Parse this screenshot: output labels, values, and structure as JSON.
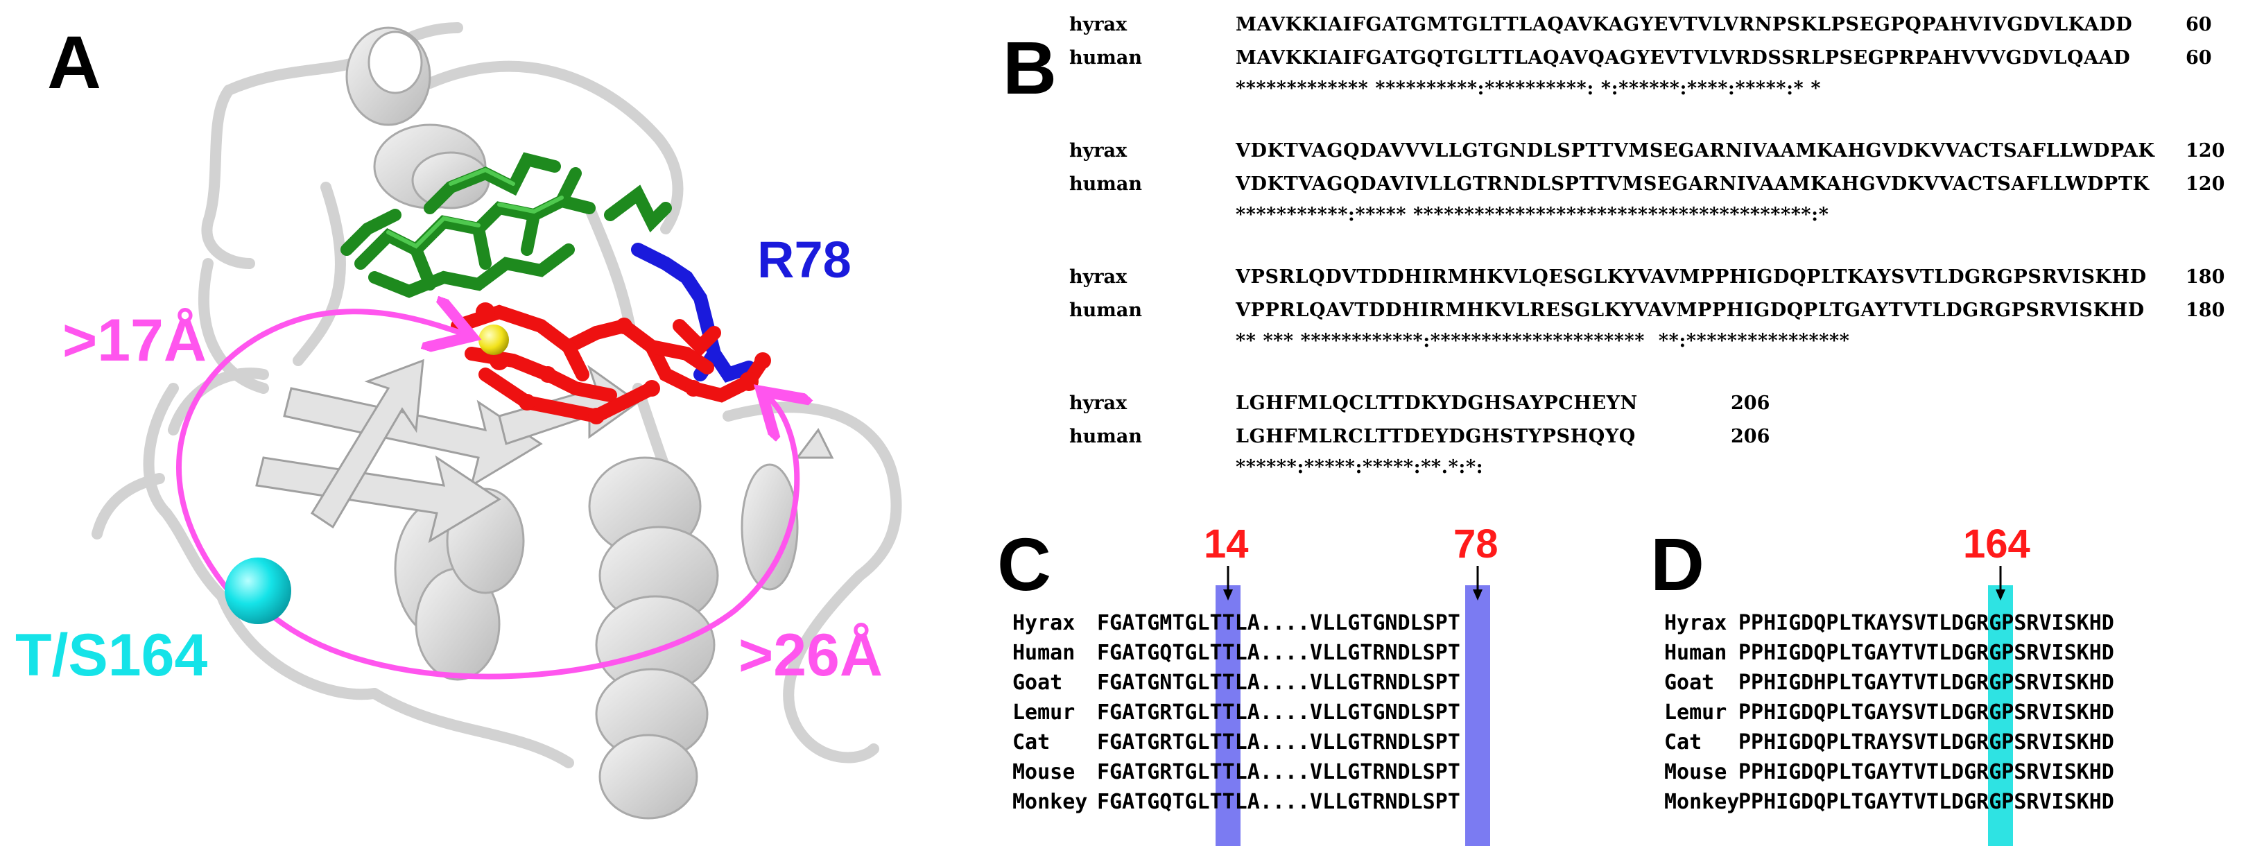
{
  "panel_a": {
    "letter": "A",
    "labels": {
      "r78": "R78",
      "dist_17": ">17Å",
      "dist_26": ">26Å",
      "ts164": "T/S164"
    },
    "colors": {
      "ribbon": "#d9d9d9",
      "ligand_green": "#1e8a1e",
      "ligand_red": "#ee1111",
      "r78_blue": "#1a1adc",
      "arrow_magenta": "#ff55ee",
      "sphere_cyan": "#15e3e8",
      "sphere_yellow": "#f2e21a"
    }
  },
  "panel_b": {
    "letter": "B",
    "blocks": [
      {
        "hyrax": "MAVKKIAIFGATGMTGLTTLAQAVKAGYEVTVLVRNPSKLPSEGPQPAHVIVGDVLKADD",
        "human": "MAVKKIAIFGATGQTGLTTLAQAVQAGYEVTVLVRDSSRLPSEGPRPAHVVVGDVLQAAD",
        "consensus": "************* **********:**********: *:******:****:*****:* *",
        "end": "60"
      },
      {
        "hyrax": "VDKTVAGQDAVVVLLGTGNDLSPTTVMSEGARNIVAAMKAHGVDKVVACTSAFLLWDPAK",
        "human": "VDKTVAGQDAVIVLLGTRNDLSPTTVMSEGARNIVAAMKAHGVDKVVACTSAFLLWDPTK",
        "consensus": "***********:***** ***************************************:*",
        "end": "120"
      },
      {
        "hyrax": "VPSRLQDVTDDHIRMHKVLQESGLKYVAVMPPHIGDQPLTKAYSVTLDGRGPSRVISKHD",
        "human": "VPPRLQAVTDDHIRMHKVLRESGLKYVAVMPPHIGDQPLTGAYTVTLDGRGPSRVISKHD",
        "consensus": "** *** ************:*********************  **:****************",
        "end": "180"
      },
      {
        "hyrax": "LGHFMLQCLTTDKYDGHSAYPCHEYN",
        "human": "LGHFMLRCLTTDEYDGHSTYPSHQYQ",
        "consensus": "******:*****:*****:**.*:*:",
        "end": "206"
      }
    ],
    "names": {
      "hyrax": "hyrax",
      "human": "human"
    }
  },
  "panel_c": {
    "letter": "C",
    "positions": [
      "14",
      "78"
    ],
    "highlight_color": "#7b7bf2",
    "rows": [
      {
        "species": "Hyrax",
        "seq": "FGATGMTGLTTLA....VLLGTGNDLSPT"
      },
      {
        "species": "Human",
        "seq": "FGATGQTGLTTLA....VLLGTRNDLSPT"
      },
      {
        "species": "Goat",
        "seq": "FGATGNTGLTTLA....VLLGTRNDLSPT"
      },
      {
        "species": "Lemur",
        "seq": "FGATGRTGLTTLA....VLLGTGNDLSPT"
      },
      {
        "species": "Cat",
        "seq": "FGATGRTGLTTLA....VLLGTRNDLSPT"
      },
      {
        "species": "Mouse",
        "seq": "FGATGRTGLTTLA....VLLGTRNDLSPT"
      },
      {
        "species": "Monkey",
        "seq": "FGATGQTGLTTLA....VLLGTRNDLSPT"
      }
    ]
  },
  "panel_d": {
    "letter": "D",
    "positions": [
      "164"
    ],
    "highlight_color": "#2ee3e3",
    "rows": [
      {
        "species": "Hyrax",
        "seq": "PPHIGDQPLTKAYSVTLDGRGPSRVISKHD"
      },
      {
        "species": "Human",
        "seq": "PPHIGDQPLTGAYTVTLDGRGPSRVISKHD"
      },
      {
        "species": "Goat",
        "seq": "PPHIGDHPLTGAYTVTLDGRGPSRVISKHD"
      },
      {
        "species": "Lemur",
        "seq": "PPHIGDQPLTGAYSVTLDGRGPSRVISKHD"
      },
      {
        "species": "Cat",
        "seq": "PPHIGDQPLTRAYSVTLDGRGPSRVISKHD"
      },
      {
        "species": "Mouse",
        "seq": "PPHIGDQPLTGAYTVTLDGRGPSRVISKHD"
      },
      {
        "species": "Monkey",
        "seq": "PPHIGDQPLTGAYTVTLDGRGPSRVISKHD"
      }
    ]
  }
}
